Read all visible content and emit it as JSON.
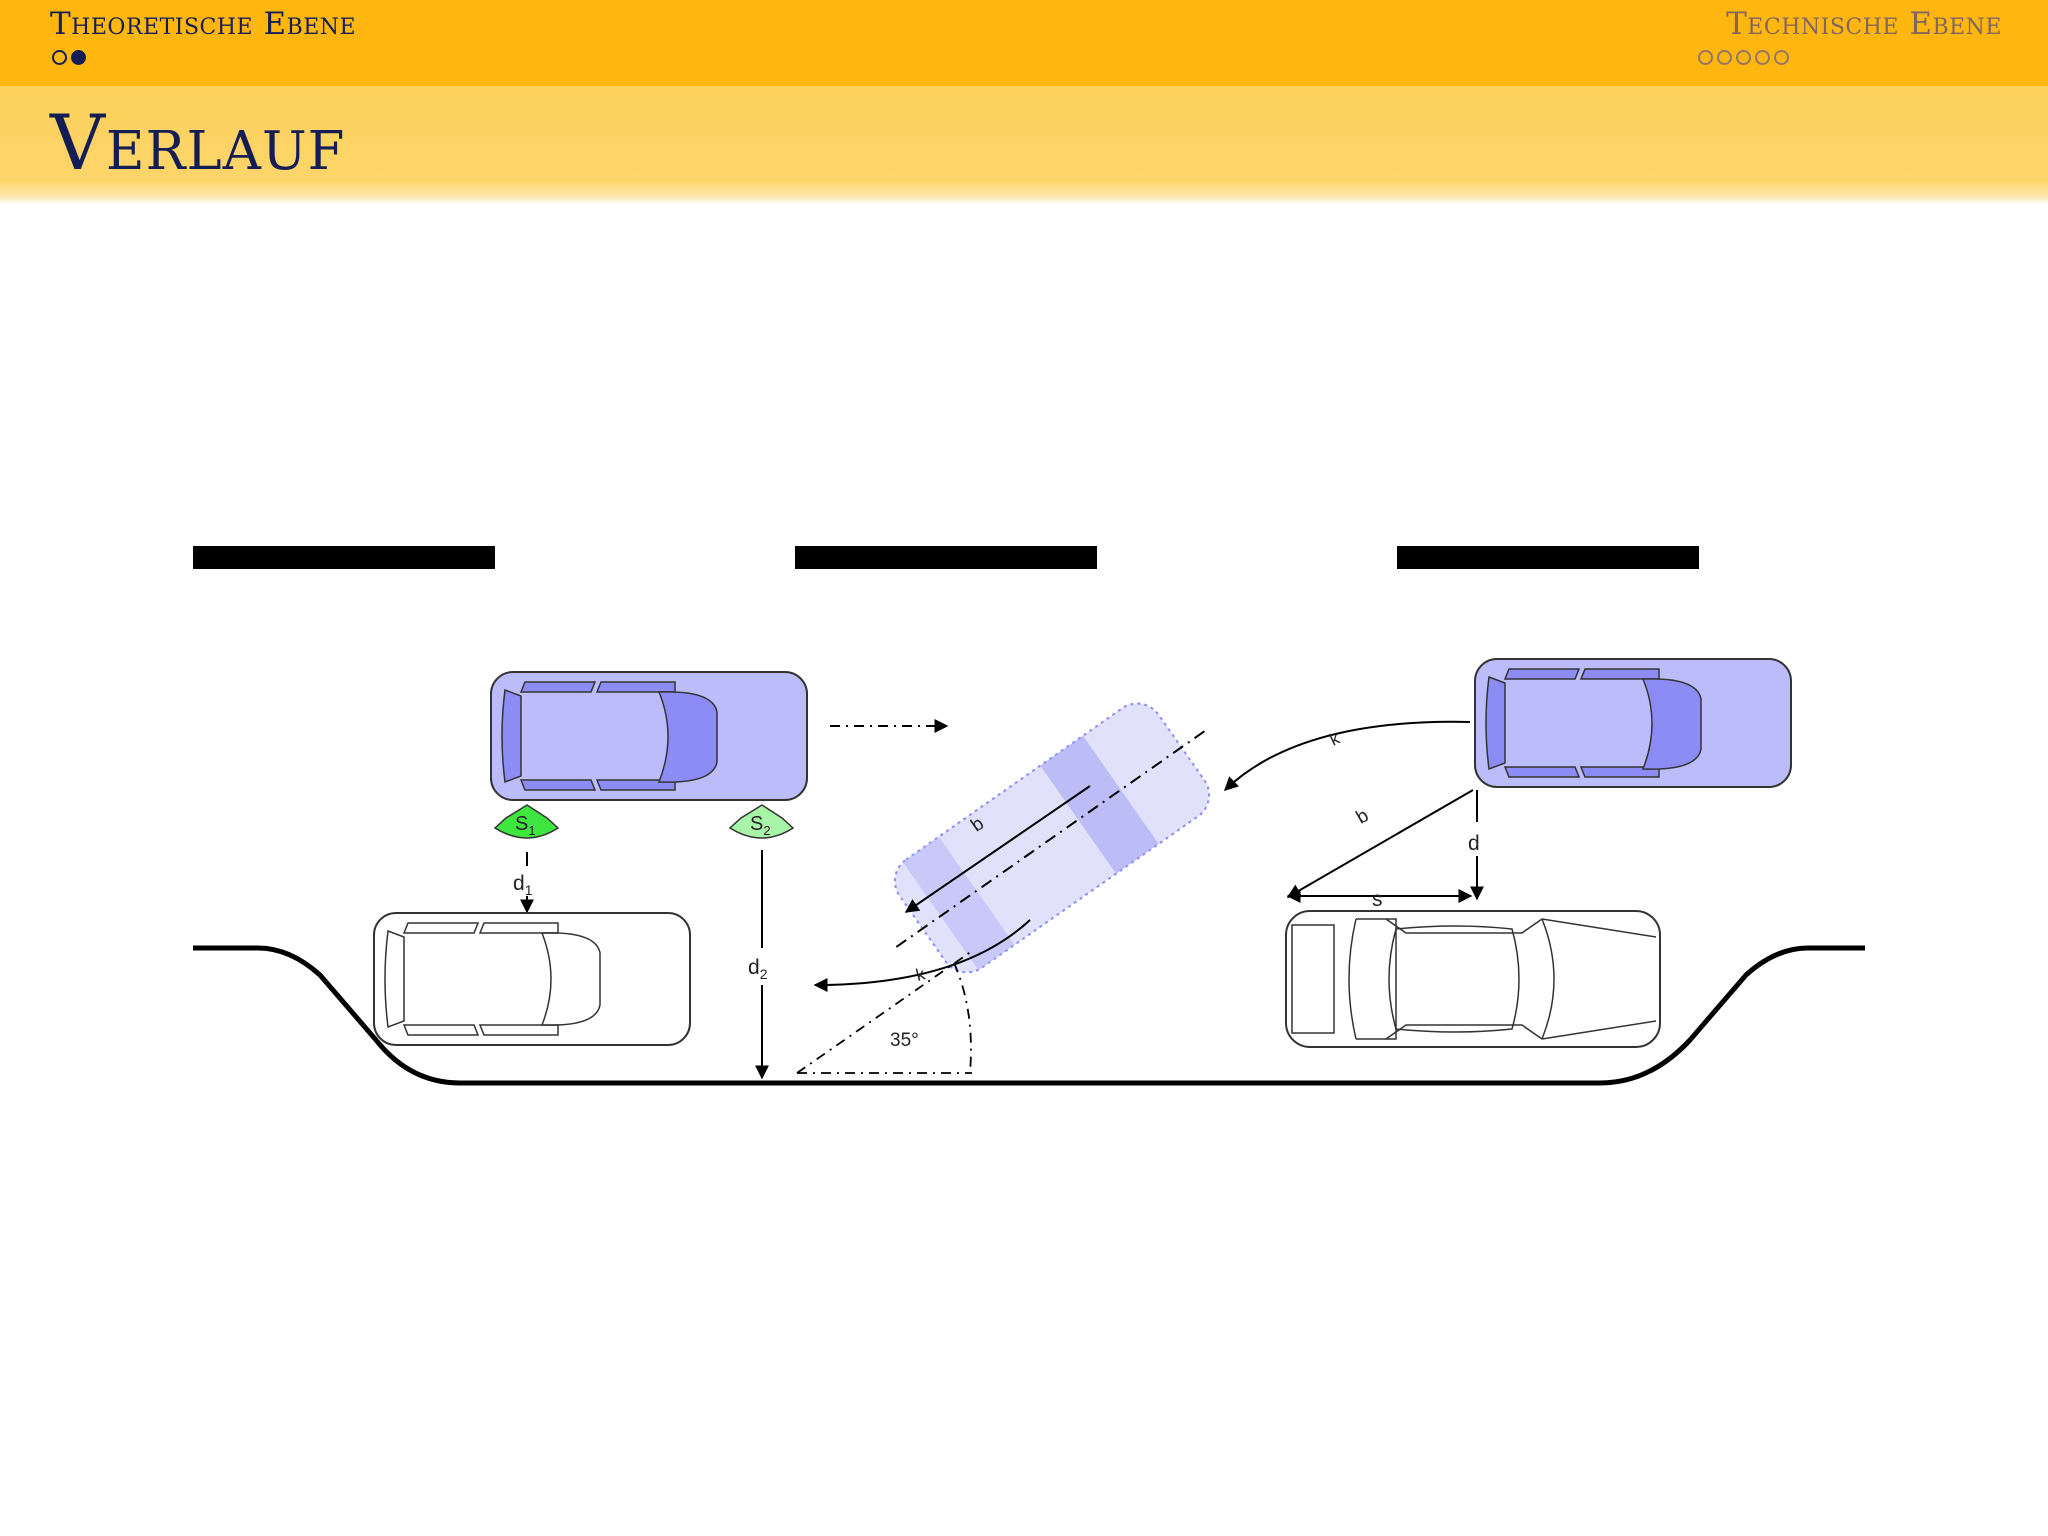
{
  "header": {
    "section_left": "Theoretische Ebene",
    "section_right": "Technische Ebene",
    "left_dots": [
      "hollow",
      "filled"
    ],
    "right_dots": [
      "hollow",
      "hollow",
      "hollow",
      "hollow",
      "hollow"
    ],
    "accent_color": "#ffb60e",
    "title_color": "#141e55"
  },
  "title": "Verlauf",
  "diagram": {
    "sensor_1_label": "S",
    "sensor_1_sub": "1",
    "sensor_2_label": "S",
    "sensor_2_sub": "2",
    "distance_1_label": "d",
    "distance_1_sub": "1",
    "distance_2_label": "d",
    "distance_2_sub": "2",
    "angle_label": "35°",
    "b_label_left": "b",
    "b_label_right": "b",
    "k_label_left": "k",
    "k_label_right": "k",
    "d_label": "d",
    "s_label": "s",
    "car_fill_color": "#bcbcfb",
    "car_window_color": "#8c8cf4",
    "sensor_1_color": "#3fe63f",
    "sensor_2_color": "#a7f3a7"
  }
}
